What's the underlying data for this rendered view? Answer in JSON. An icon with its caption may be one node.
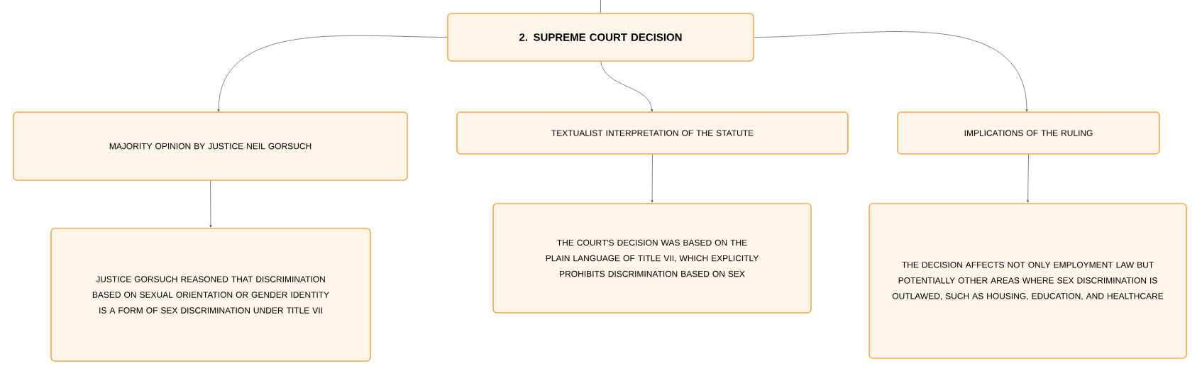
{
  "diagram": {
    "nodes": [
      {
        "text": [
          "2. SUPREME COURT DECISION"
        ]
      },
      {
        "text": [
          "MAJORITY OPINION BY JUSTICE NEIL GORSUCH"
        ]
      },
      {
        "text": [
          "TEXTUALIST INTERPRETATION OF THE STATUTE"
        ]
      },
      {
        "text": [
          "IMPLICATIONS OF THE RULING"
        ]
      },
      {
        "text": [
          "JUSTICE GORSUCH REASONED THAT DISCRIMINATION BASED ON SEXUAL ORIENTATION OR GENDER IDENTITY IS A FORM OF SEX DISCRIMINATION UNDER TITLE VII"
        ]
      },
      {
        "text": [
          "THE COURT'S DECISION WAS BASED ON THE PLAIN LANGUAGE OF TITLE VII, WHICH EXPLICITLY PROHIBITS DISCRIMINATION BASED ON SEX"
        ]
      },
      {
        "text": [
          "THE DECISION AFFECTS NOT ONLY EMPLOYMENT LAW BUT POTENTIALLY OTHER AREAS WHERE SEX DISCRIMINATION IS OUTLAWED, SUCH AS HOUSING, EDUCATION, AND HEALTHCARE"
        ]
      }
    ],
    "edges": [
      {
        "from": null,
        "to": 0,
        "arrow": "none"
      },
      {
        "from": 0,
        "to": 1,
        "arrow": "to"
      },
      {
        "from": 0,
        "to": 2,
        "arrow": "to"
      },
      {
        "from": 0,
        "to": 3,
        "arrow": "to"
      },
      {
        "from": 1,
        "to": 4,
        "arrow": "to"
      },
      {
        "from": 2,
        "to": 5,
        "arrow": "to"
      },
      {
        "from": 3,
        "to": 6,
        "arrow": "to"
      }
    ]
  }
}
